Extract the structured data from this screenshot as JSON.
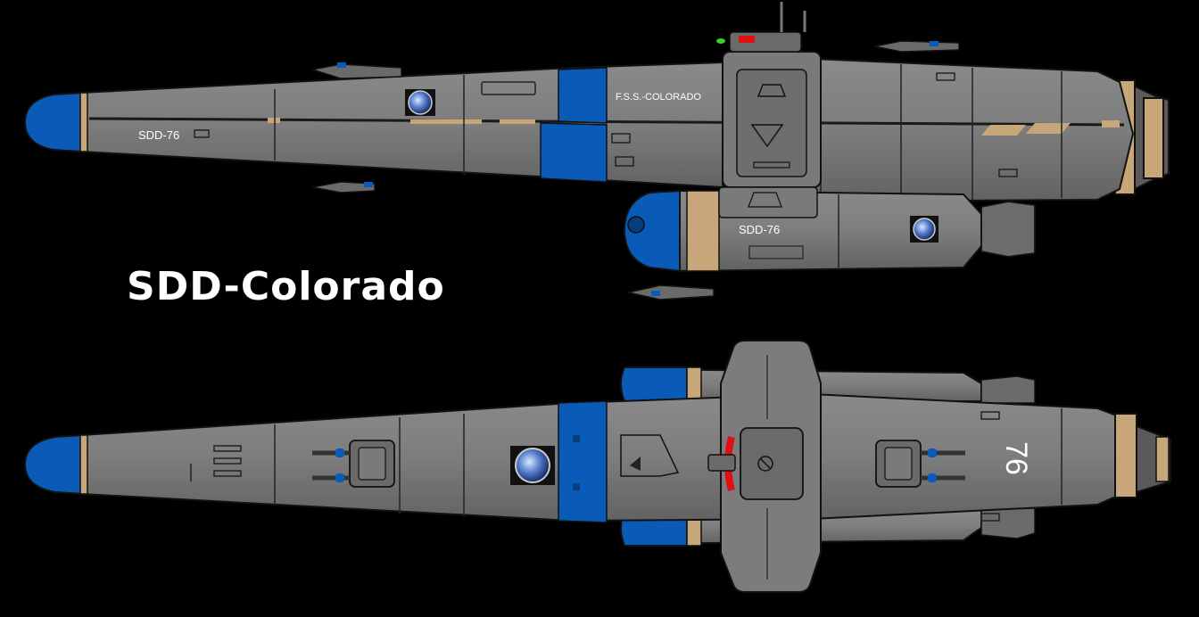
{
  "title": "SDD-Colorado",
  "side_view": {
    "hull_label": "SDD-76",
    "bow_name": "F.S.S.-COLORADO",
    "pod_label": "SDD-76"
  },
  "top_view": {
    "hull_number": "76"
  },
  "colors": {
    "background": "#000000",
    "hull": "#7b7b7b",
    "hull_dark": "#5f5f5f",
    "accent_blue": "#0a5bb8",
    "trim_tan": "#c7a77a",
    "weapon_red": "#e01010",
    "sensor_green": "#39d12f"
  },
  "icons": [
    "earth-emblem-icon"
  ]
}
